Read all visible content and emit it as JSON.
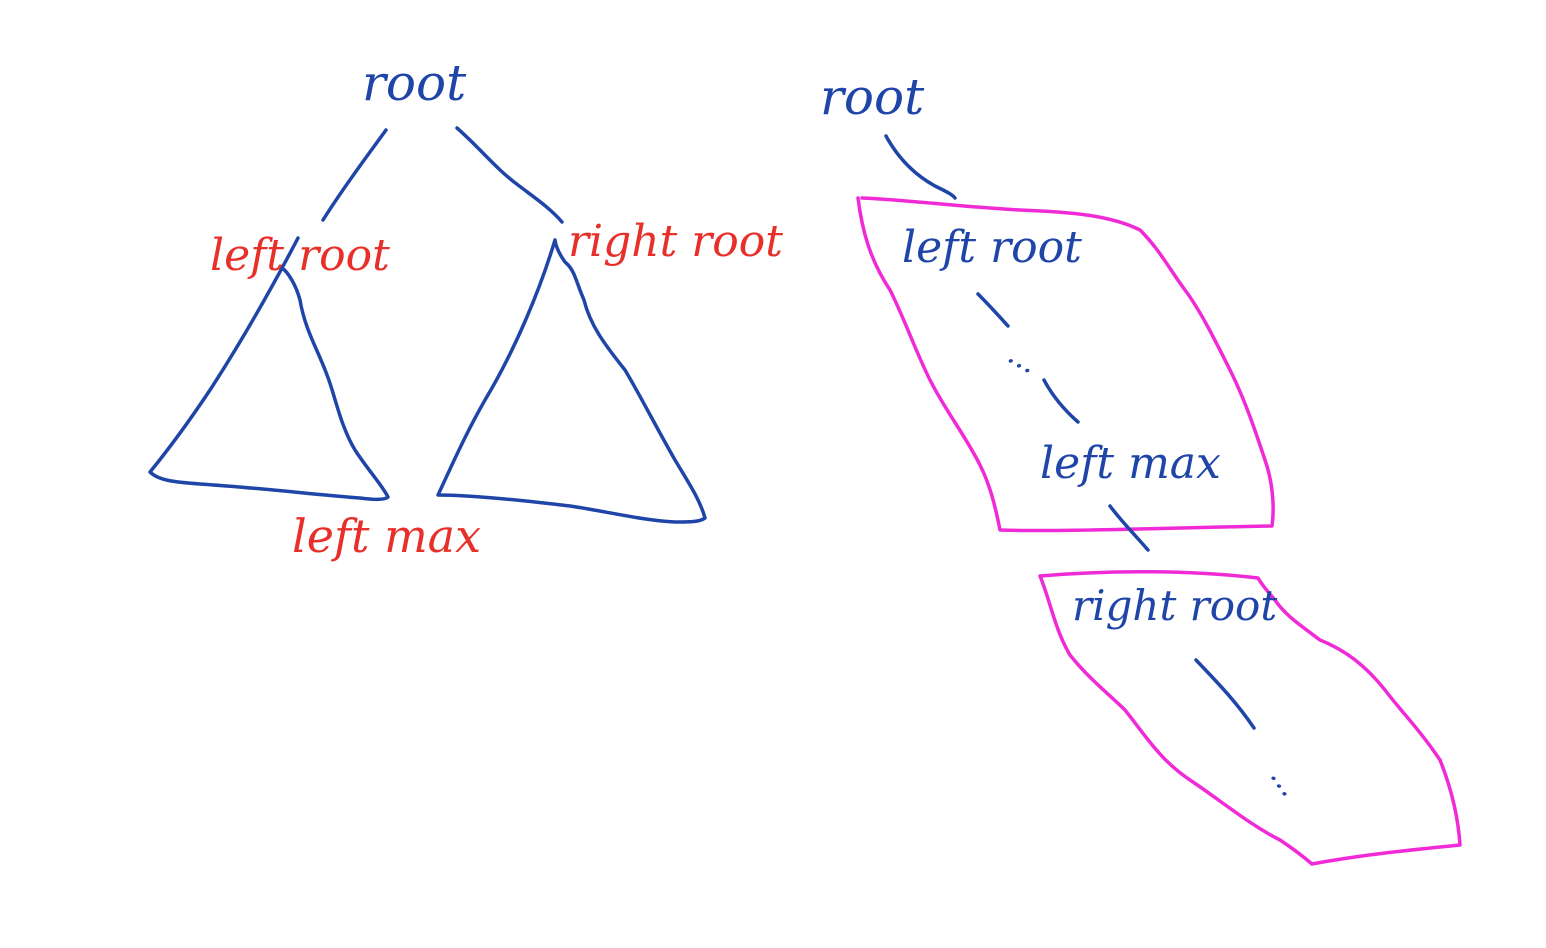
{
  "colors": {
    "blue": "#1f45a8",
    "red": "#e8302a",
    "magenta": "#f02ad6",
    "background": "#ffffff"
  },
  "left_tree": {
    "root": "root",
    "left_root": "left root",
    "right_root": "right root",
    "left_max": "left max"
  },
  "right_chain": {
    "root": "root",
    "left_root": "left root",
    "dots_1": "...",
    "left_max": "left max",
    "right_root": "right root",
    "dots_2": "..."
  }
}
